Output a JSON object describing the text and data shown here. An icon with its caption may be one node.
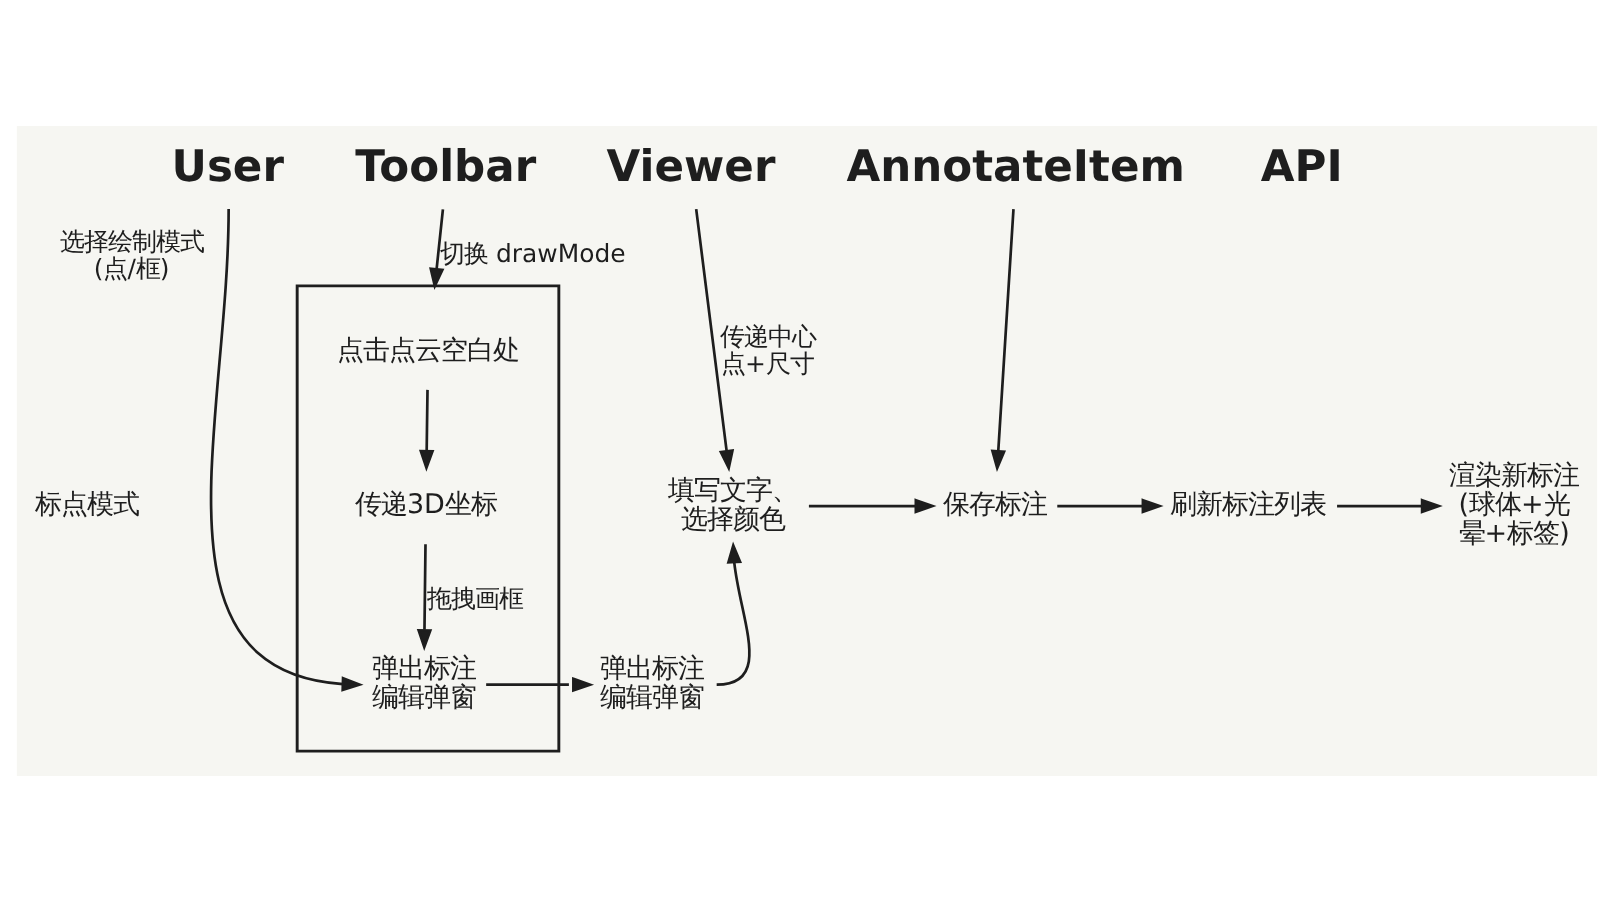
{
  "diagram": {
    "nodes": [
      {
        "text": [
          "User"
        ]
      },
      {
        "text": [
          "Toolbar"
        ]
      },
      {
        "text": [
          "Viewer"
        ]
      },
      {
        "text": [
          "AnnotateItem"
        ]
      },
      {
        "text": [
          "API"
        ]
      },
      {
        "text": [],
        "shape": "box"
      },
      {
        "text": [
          "点击点云空白处"
        ],
        "in": 5
      },
      {
        "text": [
          "传递3D坐标"
        ],
        "in": 5
      },
      {
        "text": [
          "弹出标注编辑弹窗"
        ],
        "in": 5
      },
      {
        "text": [
          "弹出标注编辑弹窗"
        ]
      },
      {
        "text": [
          "填写文字、选择颜色"
        ]
      },
      {
        "text": [
          "保存标注"
        ]
      },
      {
        "text": [
          "刷新标注列表"
        ]
      },
      {
        "text": [
          "渲染新标注(球体+光晕+标签)"
        ]
      }
    ],
    "edges": [
      {
        "from": 0,
        "to": 8,
        "arrow": "to",
        "label": "选择绘制模式(点/框)"
      },
      {
        "from": 1,
        "to": 5,
        "arrow": "to",
        "label": "切换 drawMode"
      },
      {
        "from": 6,
        "to": 7,
        "arrow": "to"
      },
      {
        "from": 7,
        "to": 8,
        "arrow": "to",
        "label": "拖拽画框"
      },
      {
        "from": 8,
        "to": 9,
        "arrow": "to"
      },
      {
        "from": 2,
        "to": 10,
        "arrow": "to",
        "label": "传递中心点+尺寸"
      },
      {
        "from": 9,
        "to": 10,
        "arrow": "to"
      },
      {
        "from": 10,
        "to": 11,
        "arrow": "to"
      },
      {
        "from": 3,
        "to": 11,
        "arrow": "to"
      },
      {
        "from": 11,
        "to": 12,
        "arrow": "to"
      },
      {
        "from": 12,
        "to": 13,
        "arrow": "to"
      }
    ],
    "labels": [
      "标点模式"
    ]
  }
}
